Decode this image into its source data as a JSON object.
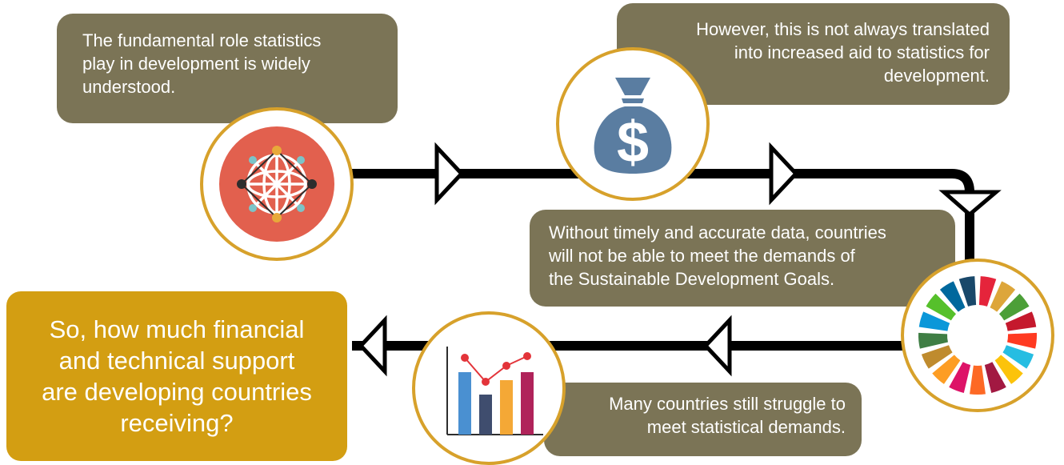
{
  "steps": [
    {
      "lines": [
        "The fundamental role statistics",
        "play in development is widely",
        "understood."
      ],
      "icon": "globe-network-icon"
    },
    {
      "lines": [
        "However, this is not always translated",
        "into increased aid to statistics for",
        "development."
      ],
      "icon": "money-bag-icon"
    },
    {
      "lines": [
        "Without timely and accurate data, countries",
        "will not be able to meet the demands of",
        "the Sustainable Development Goals."
      ],
      "icon": "sdg-wheel-icon"
    },
    {
      "lines": [
        "Many countries still struggle to",
        "meet statistical demands."
      ],
      "icon": "bar-chart-icon"
    }
  ],
  "question": {
    "lines": [
      "So, how much financial",
      "and technical support",
      "are developing countries",
      "receiving?"
    ]
  },
  "colors": {
    "box": "#7b7456",
    "question_box": "#d39e12",
    "ring": "#d7a12b",
    "connector": "#000000",
    "globe_bg": "#e2604e",
    "money_bag": "#5a7da1"
  }
}
